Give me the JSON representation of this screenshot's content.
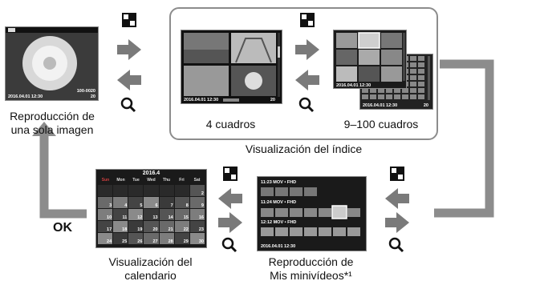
{
  "labels": {
    "single": [
      "Reproducción de",
      "una sola imagen"
    ],
    "four": "4 cuadros",
    "nine": "9–100 cuadros",
    "index_view": "Visualización del índice",
    "calendar": [
      "Visualización del",
      "calendario"
    ],
    "movies": [
      "Reproducción de",
      "Mis minivídeos*¹"
    ],
    "ok": "OK"
  },
  "screen_text": {
    "date_time": "2016.04.01 12:30",
    "file_no": "100-0020",
    "frame_count": "20",
    "calendar_title": "2016.4",
    "weekdays": [
      "Sun",
      "Mon",
      "Tue",
      "Wed",
      "Thu",
      "Fri",
      "Sat"
    ],
    "calendar_days": [
      "",
      "",
      "",
      "",
      "",
      "",
      "2",
      "3",
      "4",
      "5",
      "6",
      "7",
      "8",
      "9",
      "10",
      "11",
      "12",
      "13",
      "14",
      "15",
      "16",
      "17",
      "18",
      "19",
      "20",
      "21",
      "22",
      "23",
      "24",
      "25",
      "26",
      "27",
      "28",
      "29",
      "30"
    ],
    "movie_rows": [
      "11:23 MOV • FHD",
      "11:24 MOV • FHD",
      "12:12 MOV • FHD"
    ]
  },
  "icons": {
    "zoom_out": "grid-index-icon",
    "zoom_in": "magnifier-icon",
    "arrow": "right-left-arrow-icon"
  },
  "colors": {
    "arrow": "#7a7a7a",
    "frame": "#8c8c8c",
    "screen": "#1b1b1b"
  }
}
